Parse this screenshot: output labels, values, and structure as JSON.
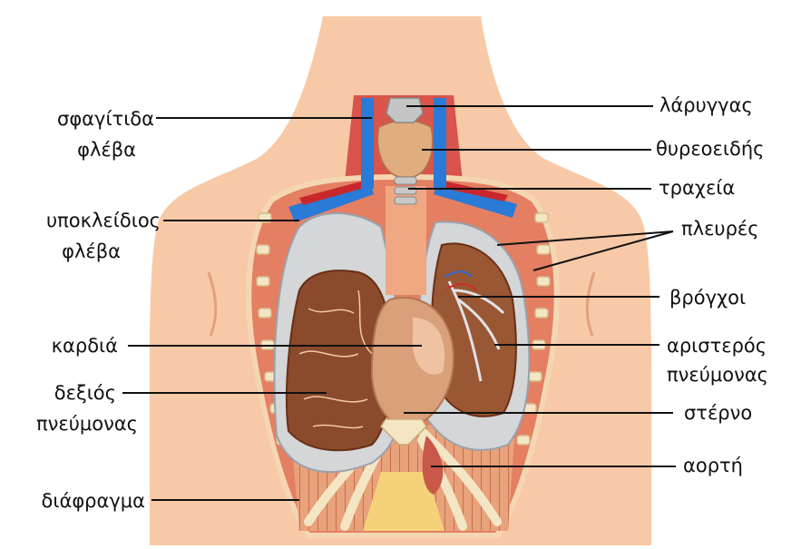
{
  "labels": {
    "sfagitida": "σφαγίτιδα",
    "fleva1": "φλέβα",
    "ypokleidios": "υποκλείδιος",
    "fleva2": "φλέβα",
    "kardia": "καρδιά",
    "dexios": "δεξιός",
    "pnevmonas_r": "πνεύμονας",
    "diafragma": "διάφραγμα",
    "larygas": "λάρυγγας",
    "thyreoeidis": "θυρεοειδής",
    "tracheia": "τραχεία",
    "plevres": "πλευρές",
    "vrogchoi": "βρόγχοι",
    "aristeros": "αριστερός",
    "pnevmonas_l": "πνεύμονας",
    "sterno": "στέρνο",
    "aorti": "αορτή"
  }
}
